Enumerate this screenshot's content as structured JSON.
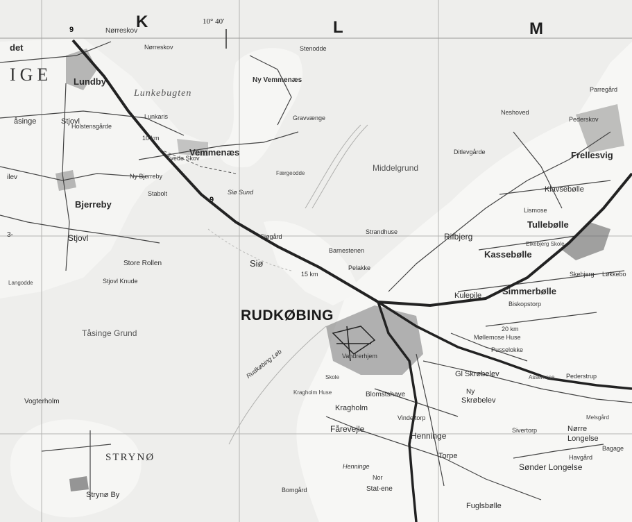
{
  "grid": {
    "letters": [
      "K",
      "L",
      "M"
    ],
    "longitude": "10° 40′"
  },
  "roads": [
    "9",
    "9"
  ],
  "distances": [
    "10 km",
    "15 km",
    "20 km"
  ],
  "water": {
    "lunkebugten": "Lunkebugten",
    "middelgrund": "Middelgrund",
    "tasinge_grund": "Tåsinge Grund",
    "sio_sund": "Siø Sund",
    "rudkobing_lob": "Rudkøbing Løb"
  },
  "places": {
    "rudkobing": "RUDKØBING",
    "stryno": "STRYNØ",
    "edge_ige": "IGE",
    "det": "det",
    "lundby": "Lundby",
    "bjerreby": "Bjerreby",
    "vemmenaes": "Vemmenæs",
    "tullebolle": "Tullebølle",
    "frellesvig": "Frellesvig",
    "kasseballe": "Kassebølle",
    "simmerbolle": "Simmerbølle",
    "stjovl": "Stjovl",
    "asinge": "åsinge",
    "stjovl2": "Stjovl",
    "ilev": "ilev",
    "edge_3": "3-",
    "store_rollen": "Store Rollen",
    "sio": "Siø",
    "siogard": "Siøgård",
    "rifbjerg": "Rifbjerg",
    "kulepile": "Kulepile",
    "pelakke": "Pelakke",
    "klavsebolle": "Klavsebølle",
    "gl_skrobelev": "Gl Skrøbelev",
    "skrobelev": "Skrøbelev",
    "ny": "Ny",
    "kragholm": "Kragholm",
    "blomstshave": "Blomstshave",
    "farevejle": "Fårevejle",
    "henninge": "Henninge",
    "torpe": "Torpe",
    "sonder_longelse": "Sønder Longelse",
    "norre": "Nørre",
    "longelse": "Longelse",
    "stryno_by": "Strynø By",
    "vogterholm": "Vogterholm",
    "fuglsbolle": "Fuglsbølle",
    "stat_ene": "Stat-ene",
    "norreskov": "Nørreskov",
    "norreskov2": "Nørreskov",
    "stenodde": "Stenodde",
    "ny_vemmenaes": "Ny Vemmenæs",
    "lunkaris": "Lunkaris",
    "holstensgarde": "Holstensgårde",
    "gravvaenge": "Gravvænge",
    "tvede_skov": "Tvede Skov",
    "faergeodde": "Færgeodde",
    "ny_bjerreby": "Ny Bjerreby",
    "stabolt": "Stabolt",
    "stjovl_knude": "Stjovl Knude",
    "langodde": "Langodde",
    "strandhuse": "Strandhuse",
    "barnestenen": "Barnestenen",
    "neshoved": "Neshoved",
    "pederskov": "Pederskov",
    "parregard": "Parregård",
    "ditlevgarde": "Ditlevgårde",
    "lismose": "Lismose",
    "elkebjerg_skole": "Elkebjerg Skole",
    "skebjerg": "Skebjerg",
    "lokkebo": "Løkkebo",
    "biskopstorp": "Biskopstorp",
    "mollemose_huse": "Møllemose Huse",
    "pusselokke": "Pusselokke",
    "assemose": "Assemose",
    "pederstrup": "Pederstrup",
    "vandrerhjem": "Vandrerhjem",
    "skole": "Skole",
    "kragholm_huse": "Kragholm Huse",
    "vindeltorp": "Vindeltorp",
    "sivertorp": "Sivertorp",
    "melsgard": "Melsgård",
    "bagage": "Bagage",
    "havgard": "Havgård",
    "henninge_nor": "Henninge",
    "nor": "Nor",
    "bomgard": "Bomgård"
  },
  "colors": {
    "land": "#f6f6f4",
    "water": "#eeeeec",
    "road": "#222222",
    "urban": "#777777"
  }
}
